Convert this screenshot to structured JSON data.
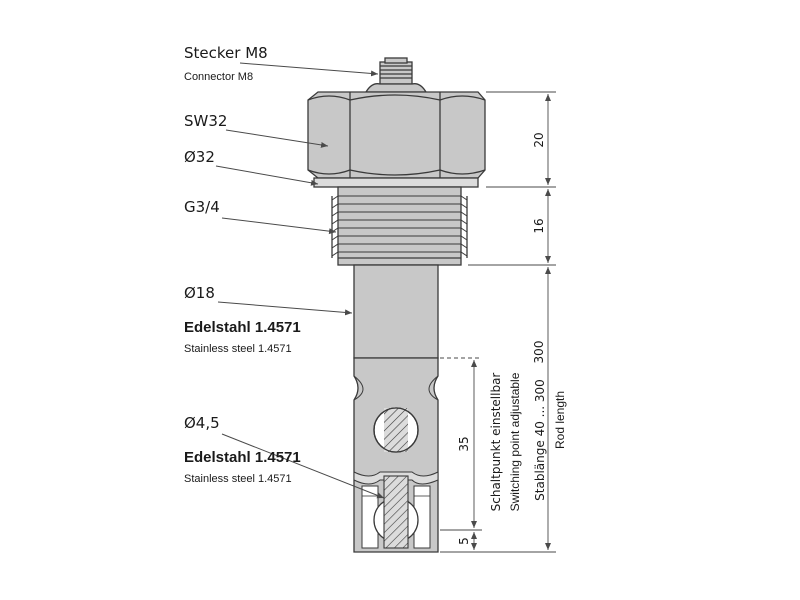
{
  "labels": {
    "connector_de": "Stecker M8",
    "connector_en": "Connector M8",
    "hex": "SW32",
    "collar": "Ø32",
    "thread": "G3/4",
    "rod": "Ø18",
    "material1_de": "Edelstahl 1.4571",
    "material1_en": "Stainless steel 1.4571",
    "hole": "Ø4,5",
    "material2_de": "Edelstahl 1.4571",
    "material2_en": "Stainless steel 1.4571"
  },
  "dimensions": {
    "hex_height": "20",
    "thread_length": "16",
    "rod_length": "300",
    "rod_length_de": "Stablänge 40 ... 300",
    "rod_length_en": "Rod length",
    "switch_point": "35",
    "switch_point_de": "Schaltpunkt einstellbar",
    "switch_point_en": "Switching point adjustable",
    "tip": "5"
  },
  "colors": {
    "body_fill": "#c8c8c8",
    "body_light": "#dcdcdc",
    "stroke": "#3a3a3a",
    "dim_line": "#4a4a4a"
  }
}
